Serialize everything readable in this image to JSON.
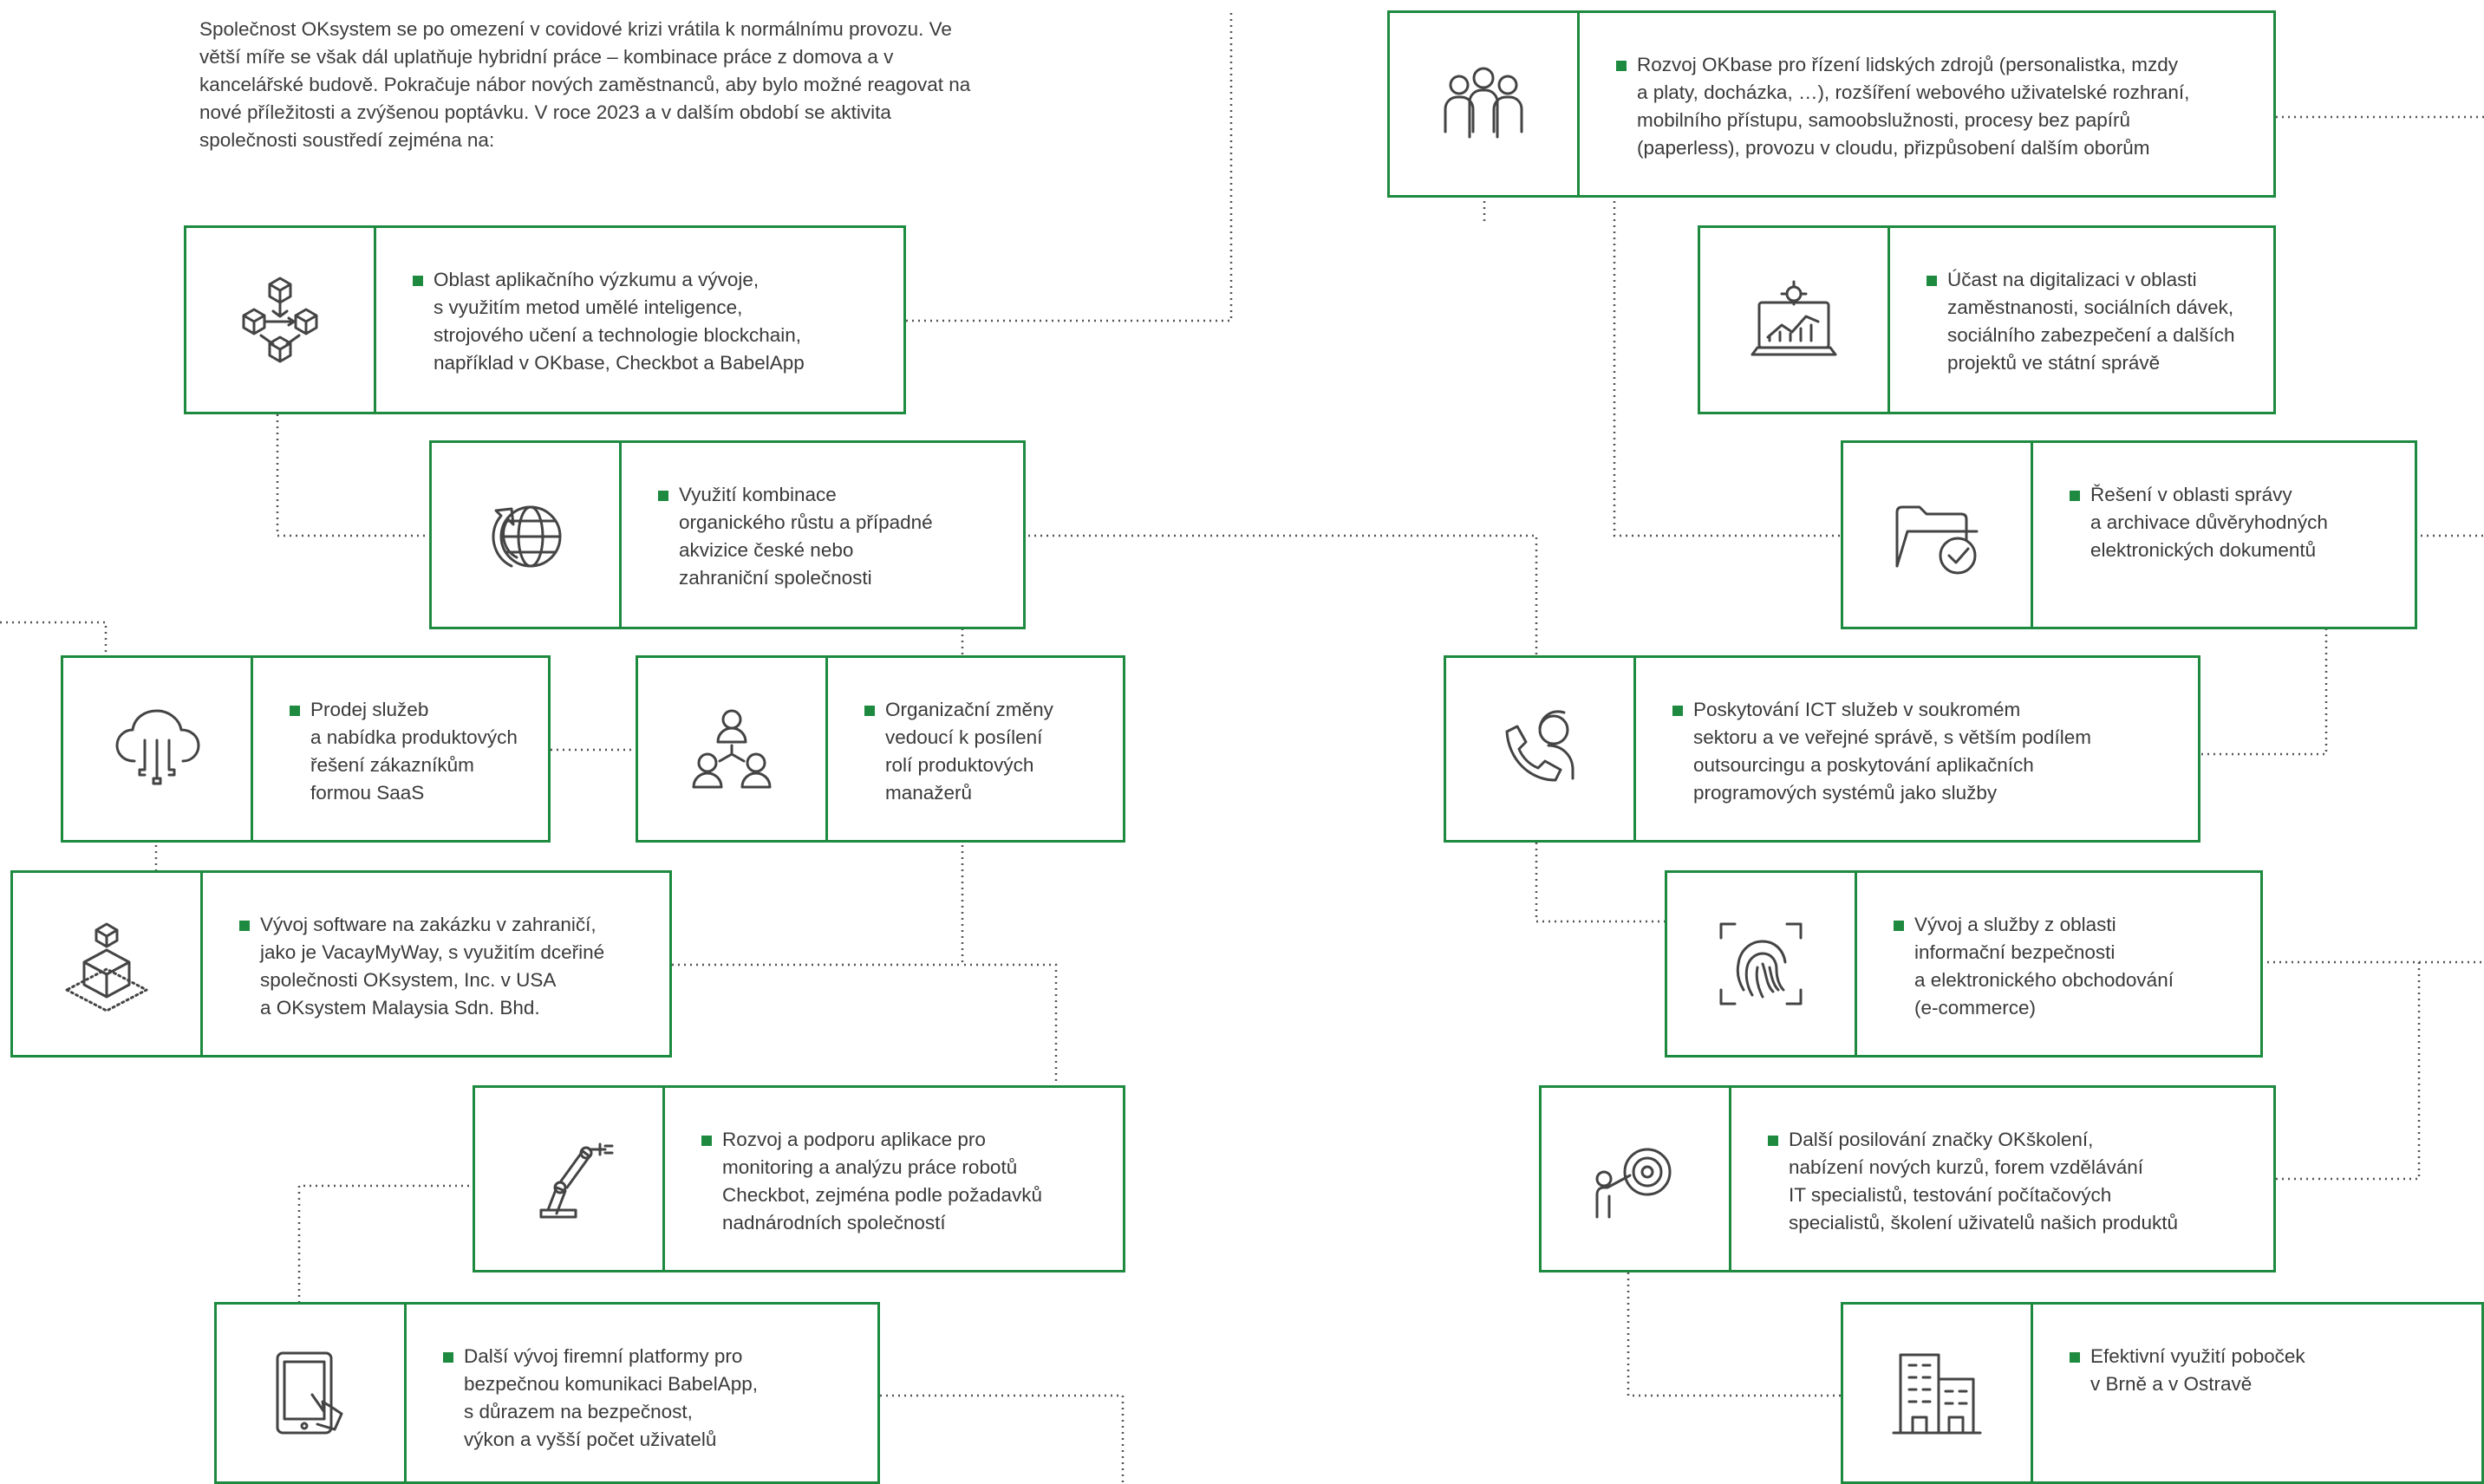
{
  "intro": "Společnost OKsystem se po omezení v covidové krizi vrátila k normálnímu provozu. Ve větší míře se však dál uplatňuje hybridní práce – kombinace práce z domova a v kancelářské budově. Pokračuje nábor nových zaměstnanců, aby bylo možné reagovat na nové příležitosti a zvýšenou poptávku. V roce 2023 a v dalším období se aktivita společnosti soustředí zejména na:",
  "colors": {
    "accent": "#1d8a3f",
    "connector": "#555555"
  },
  "cards": [
    {
      "id": "research",
      "icon": "blockchain-cubes-icon",
      "text": "Oblast aplikačního výzkumu a vývoje,\ns využitím metod umělé inteligence,\nstrojového učení a technologie blockchain,\nnapříklad v OKbase, Checkbot a BabelApp"
    },
    {
      "id": "growth",
      "icon": "globe-growth-icon",
      "text": "Využití kombinace\norganického růstu a případné\nakvizice české nebo\nzahraniční společnosti"
    },
    {
      "id": "saas",
      "icon": "cloud-icon",
      "text": "Prodej služeb\na nabídka produktových\nřešení zákazníkům\nformou SaaS"
    },
    {
      "id": "org",
      "icon": "team-hierarchy-icon",
      "text": "Organizační změny\nvedoucí k posílení\nrolí produktových\nmanažerů"
    },
    {
      "id": "abroad",
      "icon": "box-platform-icon",
      "text": "Vývoj software na zakázku v zahraničí,\njako je VacayMyWay, s využitím dceřiné\nspolečnosti OKsystem, Inc. v USA\na OKsystem Malaysia Sdn. Bhd."
    },
    {
      "id": "checkbot",
      "icon": "robot-arm-icon",
      "text": "Rozvoj a podporu aplikace pro\nmonitoring a analýzu práce robotů\nCheckbot, zejména podle požadavků\nnadnárodních společností"
    },
    {
      "id": "babelapp",
      "icon": "tablet-touch-icon",
      "text": "Další vývoj firemní platformy pro\nbezpečnou komunikaci BabelApp,\ns důrazem na bezpečnost,\nvýkon a vyšší počet uživatelů"
    },
    {
      "id": "okbase",
      "icon": "people-group-icon",
      "text": "Rozvoj OKbase pro řízení lidských zdrojů (personalistka, mzdy\na platy, docházka, …), rozšíření webového uživatelské rozhraní,\nmobilního přístupu, samoobslužnosti, procesy bez papírů\n(paperless), provozu v cloudu, přizpůsobení dalším oborům"
    },
    {
      "id": "digital",
      "icon": "laptop-chart-icon",
      "text": "Účast na digitalizaci v oblasti\nzaměstnanosti, sociálních dávek,\nsociálního zabezpečení a dalších\nprojektů ve státní správě"
    },
    {
      "id": "documents",
      "icon": "folder-check-icon",
      "text": "Řešení v oblasti správy\na archivace důvěryhodných\nelektronických dokumentů"
    },
    {
      "id": "ict",
      "icon": "phone-support-icon",
      "text": "Poskytování ICT služeb v soukromém\nsektoru a ve veřejné správě, s větším podílem\noutsourcingu a poskytování aplikačních\nprogramových systémů jako služby"
    },
    {
      "id": "security",
      "icon": "fingerprint-icon",
      "text": "Vývoj a služby z oblasti\ninformační bezpečnosti\na elektronického obchodování\n(e-commerce)"
    },
    {
      "id": "training",
      "icon": "target-presenter-icon",
      "text": "Další posilování značky OKškolení,\nnabízení nových kurzů, forem vzdělávání\nIT specialistů, testování počítačových\nspecialistů, školení uživatelů našich produktů"
    },
    {
      "id": "branches",
      "icon": "office-building-icon",
      "text": "Efektivní využití poboček\nv Brně a v Ostravě"
    }
  ]
}
